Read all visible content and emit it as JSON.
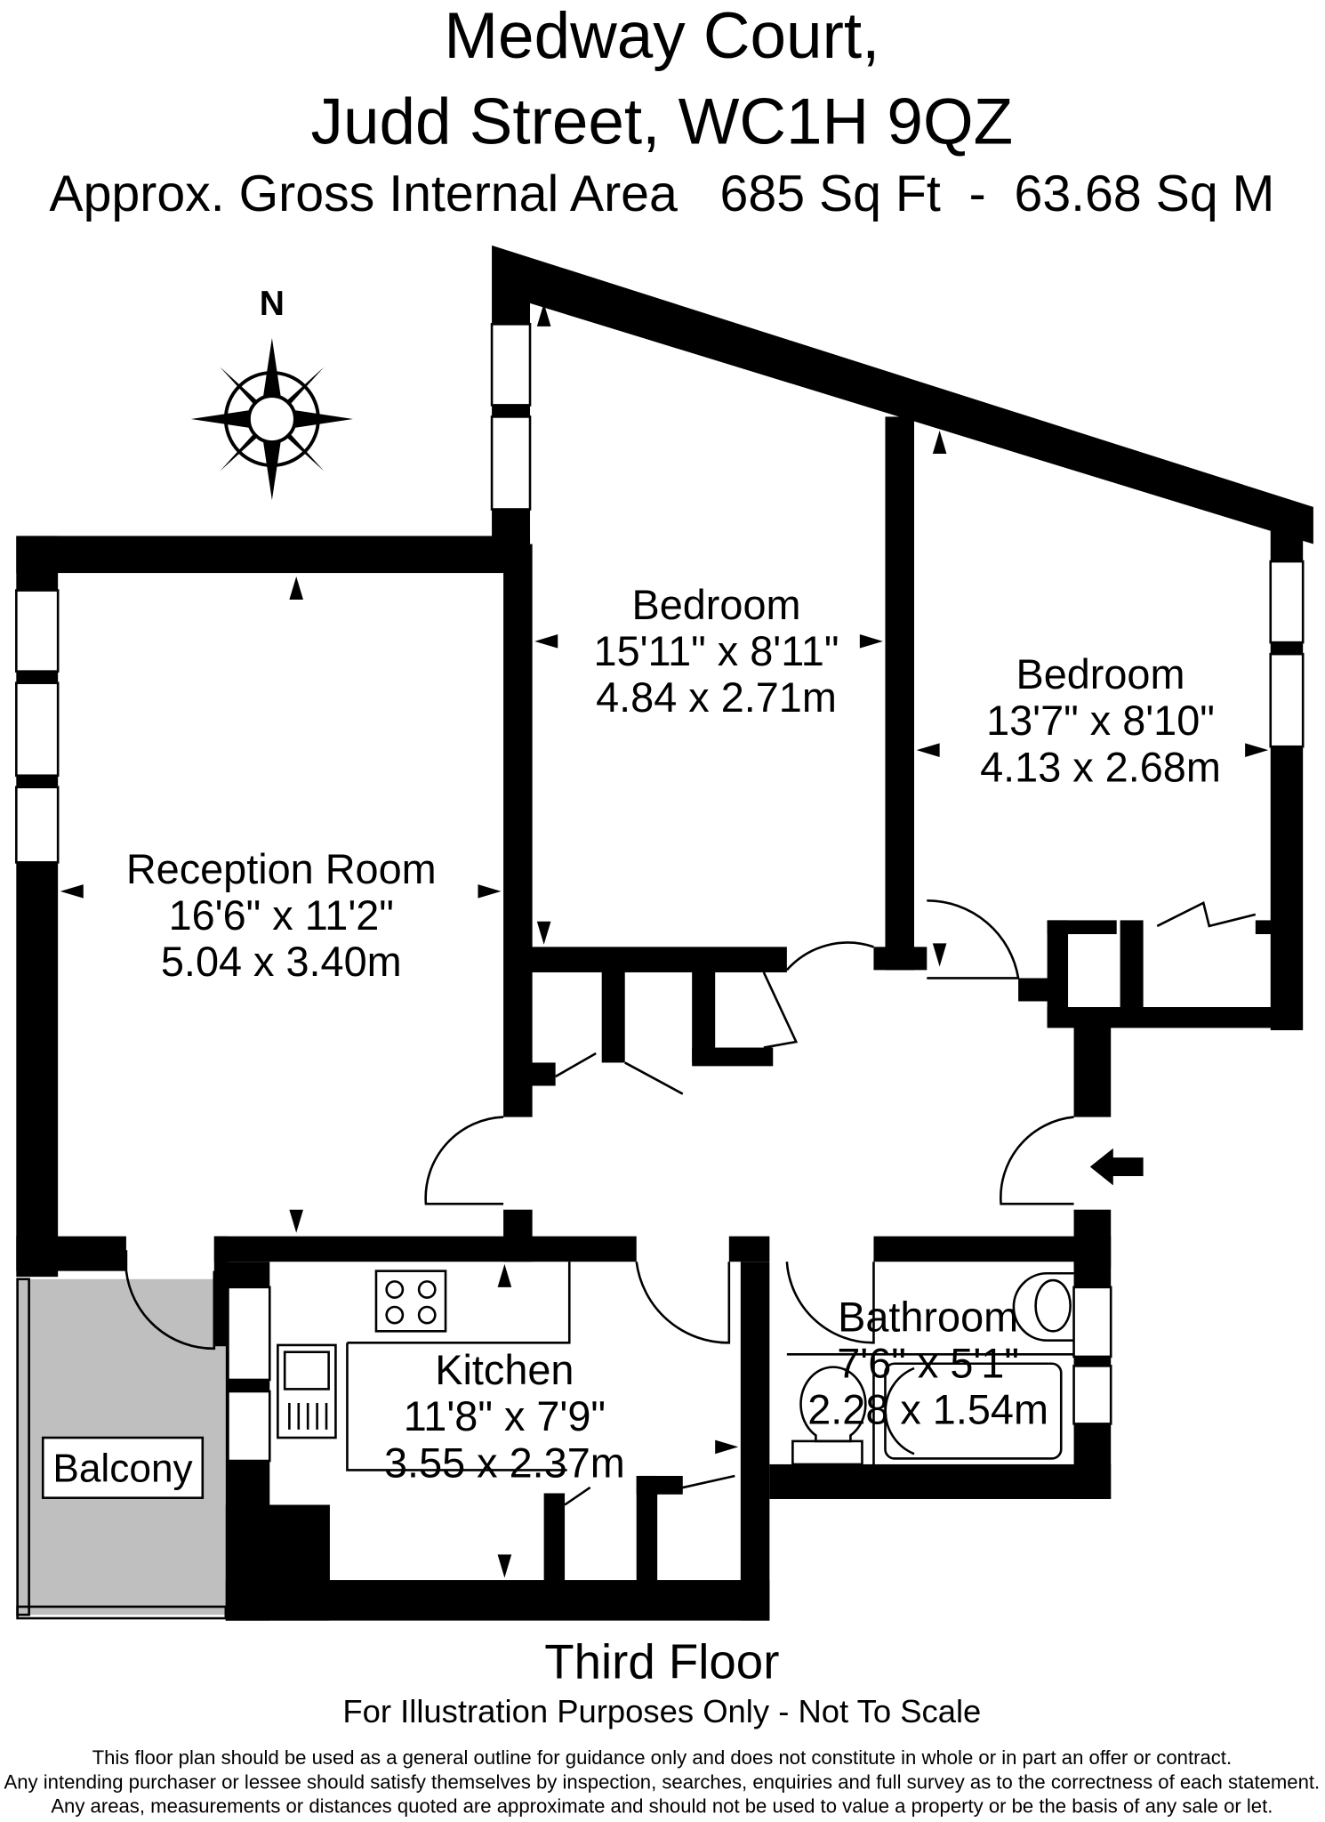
{
  "header": {
    "title_line1": "Medway Court,",
    "title_line2": "Judd Street,  WC1H 9QZ",
    "area": "Approx. Gross Internal Area   685 Sq Ft  -  63.68 Sq M"
  },
  "compass": {
    "label": "N"
  },
  "rooms": [
    {
      "name": "Reception Room",
      "imperial": "16'6\" x 11'2\"",
      "metric": "5.04 x 3.40m"
    },
    {
      "name": "Bedroom",
      "imperial": "15'11\" x 8'11\"",
      "metric": "4.84 x 2.71m"
    },
    {
      "name": "Bedroom",
      "imperial": "13'7\" x 8'10\"",
      "metric": "4.13 x 2.68m"
    },
    {
      "name": "Kitchen",
      "imperial": "11'8\" x 7'9\"",
      "metric": "3.55 x 2.37m"
    },
    {
      "name": "Bathroom",
      "imperial": "7'6\" x 5'1\"",
      "metric": "2.28 x 1.54m"
    },
    {
      "name": "Balcony"
    }
  ],
  "footer": {
    "floor": "Third Floor",
    "note": "For Illustration Purposes Only - Not To Scale",
    "disclaimer": [
      "This floor plan should be used as a general outline for guidance only and does not constitute in whole or in part an offer or contract.",
      "Any intending purchaser or lessee should satisfy themselves by inspection, searches, enquiries and full survey as to the correctness of each statement.",
      "Any areas, measurements or distances quoted are approximate and should not be used to value a property or be the basis of any sale or let."
    ]
  },
  "colors": {
    "wall": "#000000",
    "balcony": "#bfbfbf"
  }
}
